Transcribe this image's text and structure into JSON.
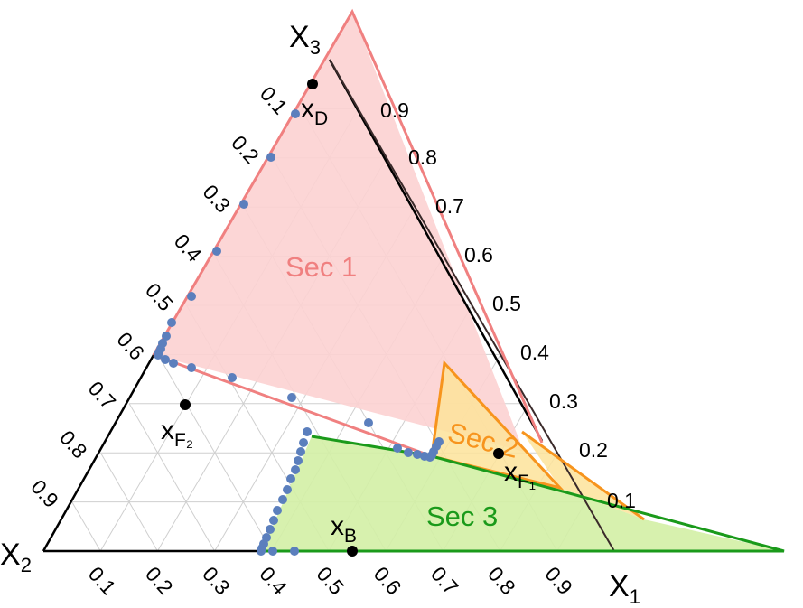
{
  "vertex_labels": {
    "x1": "X",
    "x1_sub": "1",
    "x2": "X",
    "x2_sub": "2",
    "x3": "X",
    "x3_sub": "3"
  },
  "axis_ticks": {
    "bottom": [
      "0.1",
      "0.2",
      "0.3",
      "0.4",
      "0.5",
      "0.6",
      "0.7",
      "0.8",
      "0.9"
    ],
    "left": [
      "0.9",
      "0.8",
      "0.7",
      "0.6",
      "0.5",
      "0.4",
      "0.3",
      "0.2",
      "0.1"
    ],
    "right": [
      "0.9",
      "0.8",
      "0.7",
      "0.6",
      "0.5",
      "0.4",
      "0.3",
      "0.2",
      "0.1"
    ]
  },
  "regions": [
    {
      "label": "Sec 1",
      "fill": "#fcd2d2",
      "stroke": "#f08080",
      "text_color": "#f08080"
    },
    {
      "label": "Sec 2",
      "fill": "#fde39a",
      "stroke": "#f7941d",
      "text_color": "#f7941d"
    },
    {
      "label": "Sec 3",
      "fill": "#d3f0a5",
      "stroke": "#1a9a1a",
      "text_color": "#1a9a1a"
    }
  ],
  "points": [
    {
      "label": "x",
      "sub": "D"
    },
    {
      "label": "x",
      "sub": "F₂"
    },
    {
      "label": "x",
      "sub": "F₁"
    },
    {
      "label": "x",
      "sub": "B"
    }
  ],
  "colors": {
    "curve_points": "#5b7fbd",
    "grid": "#cfcfcf",
    "axis": "#000000",
    "distillation_line": "#3a2a2a"
  }
}
